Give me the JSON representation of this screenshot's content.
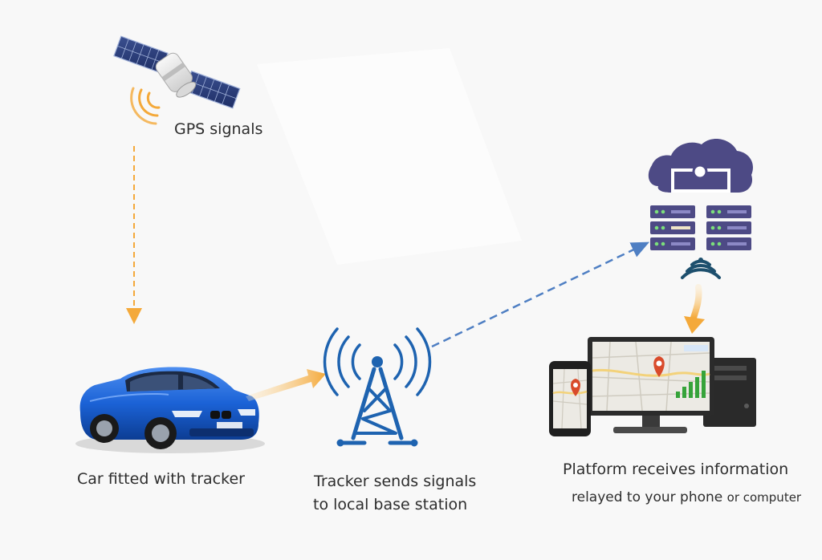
{
  "nodes": {
    "satellite": {
      "label": "GPS signals"
    },
    "car": {
      "label": "Car fitted with tracker"
    },
    "tower": {
      "label_line1": "Tracker sends signals",
      "label_line2": "to local base station"
    },
    "platform": {
      "label_line1": "Platform receives information",
      "label_line2a": "relayed to your phone",
      "label_line2b": "or computer"
    }
  },
  "colors": {
    "orange_arrow": "#f4a93a",
    "tower_blue": "#1e63b0",
    "dashed_blue": "#4f7fc3",
    "server_purple": "#4d4a85",
    "wifi_teal": "#1d4f6d",
    "car_blue": "#1b62d6",
    "pin_red": "#d94b2b",
    "bar_green": "#36a33a"
  },
  "icons": [
    "satellite-icon",
    "car-icon",
    "cell-tower-icon",
    "cloud-server-icon",
    "wifi-signal-icon",
    "phone-icon",
    "monitor-icon",
    "pc-tower-icon"
  ]
}
